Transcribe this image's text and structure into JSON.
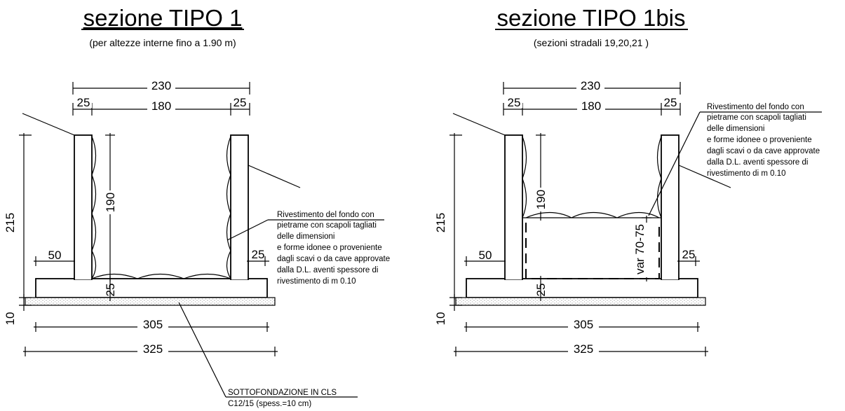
{
  "left": {
    "title": "sezione TIPO 1",
    "subtitle": "(per altezze interne fino a 1.90 m)",
    "dims": {
      "width_total_top": "230",
      "left_wall": "25",
      "inner_width": "180",
      "right_wall": "25",
      "height_total": "215",
      "inner_height": "190",
      "toe_left": "50",
      "toe_right": "25",
      "slab": "25",
      "subbase": "10",
      "base_width": "305",
      "subbase_width": "325"
    },
    "note": [
      "Rivestimento del fondo con",
      "pietrame con scapoli tagliati",
      "delle dimensioni",
      "e forme idonee o proveniente",
      "dagli scavi o da cave approvate",
      "dalla D.L. aventi spessore di",
      "rivestimento di m 0.10"
    ],
    "sottofondazione": [
      "SOTTOFONDAZIONE IN CLS",
      "C12/15 (spess.=10 cm)"
    ]
  },
  "right": {
    "title": "sezione TIPO 1bis",
    "subtitle": "(sezioni stradali 19,20,21 )",
    "dims": {
      "width_total_top": "230",
      "left_wall": "25",
      "inner_width": "180",
      "right_wall": "25",
      "height_total": "215",
      "inner_height": "190",
      "toe_left": "50",
      "toe_right": "25",
      "slab": "25",
      "fill_height": "var 70-75",
      "subbase": "10",
      "base_width": "305",
      "subbase_width": "325"
    },
    "note": [
      "Rivestimento del fondo con",
      "pietrame con scapoli tagliati",
      "delle dimensioni",
      "e forme idonee o proveniente",
      "dagli scavi o da cave approvate",
      "dalla D.L. aventi spessore di",
      "rivestimento di m 0.10"
    ]
  }
}
